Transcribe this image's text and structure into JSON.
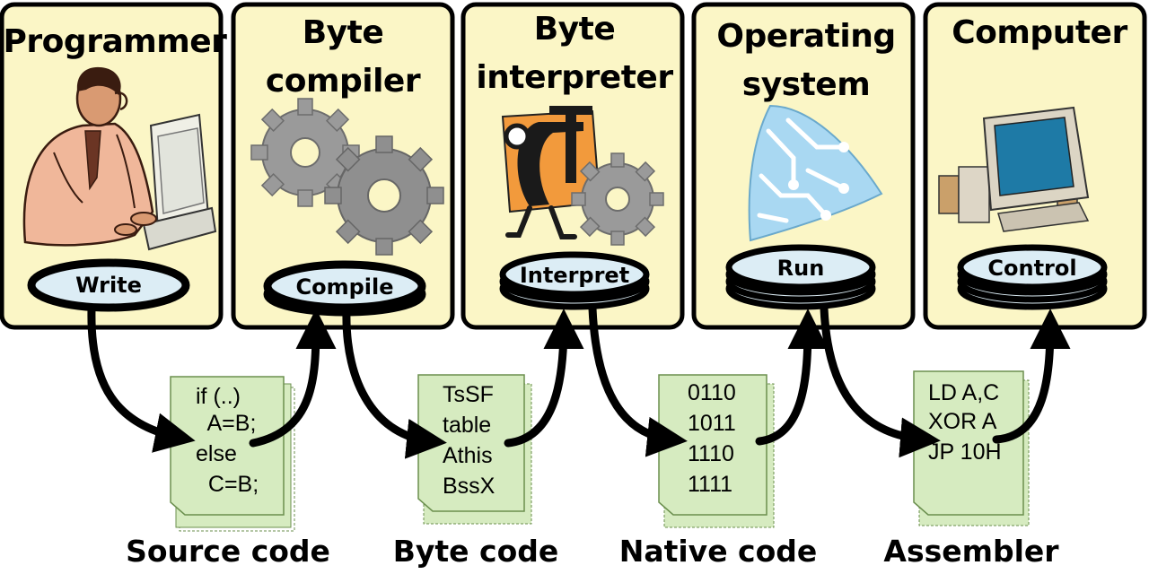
{
  "colors": {
    "panel_fill": "#fbf6c6",
    "panel_stroke": "#000000",
    "oval_fill": "#dcedf5",
    "paper_fill": "#d6ebc0",
    "paper_stroke": "#6b8f4e",
    "gear": "#9a9a9a",
    "clamp": "#f29a3c",
    "chip": "#a9d8f2"
  },
  "stages": [
    {
      "title": [
        "Programmer"
      ],
      "action": "Write",
      "icon": "programmer-icon"
    },
    {
      "title": [
        "Byte",
        "compiler"
      ],
      "action": "Compile",
      "icon": "gears-icon"
    },
    {
      "title": [
        "Byte",
        "interpreter"
      ],
      "action": "Interpret",
      "icon": "clamp-gear-icon"
    },
    {
      "title": [
        "Operating",
        "system"
      ],
      "action": "Run",
      "icon": "circuit-chip-icon"
    },
    {
      "title": [
        "Computer"
      ],
      "action": "Control",
      "icon": "desktop-computer-icon"
    }
  ],
  "code_sheets": [
    {
      "lines": [
        "if (..)",
        "  A=B;",
        "else",
        "  C=B;"
      ],
      "caption": "Source code"
    },
    {
      "lines": [
        "TsSF",
        "table",
        "Athis",
        "BssX"
      ],
      "caption": "Byte code"
    },
    {
      "lines": [
        "0110",
        "1011",
        "1110",
        "1111"
      ],
      "caption": "Native code"
    },
    {
      "lines": [
        "LD A,C",
        "XOR A",
        "JP 10H"
      ],
      "caption": "Assembler"
    }
  ]
}
